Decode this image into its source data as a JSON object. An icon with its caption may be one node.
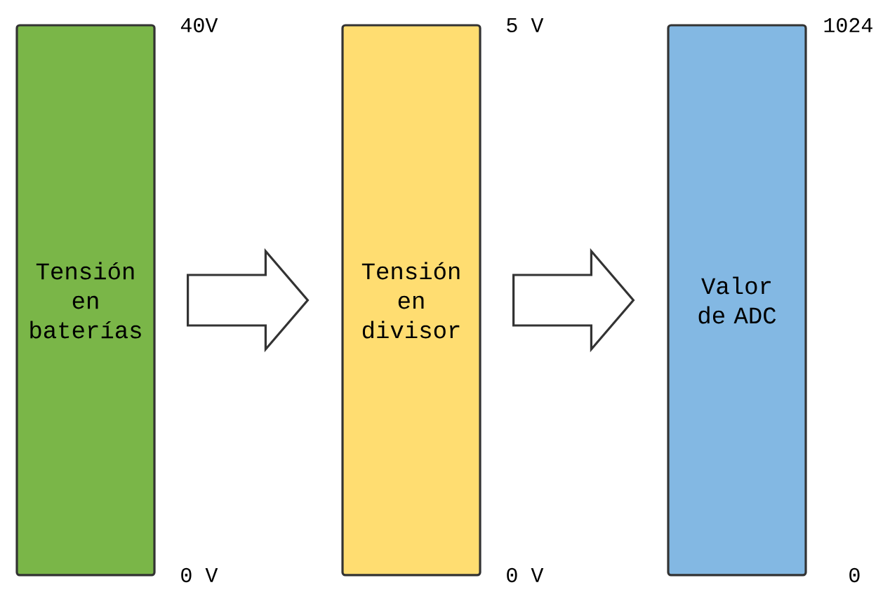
{
  "diagram": {
    "nodes": [
      {
        "text": [
          "Tensión en baterías"
        ]
      },
      {
        "text": [
          "Tensión en divisor"
        ]
      },
      {
        "text": [
          "Valor de ADC"
        ]
      }
    ],
    "edges": [
      {
        "from": 0,
        "to": 1,
        "arrow": "to"
      },
      {
        "from": 1,
        "to": 2,
        "arrow": "to"
      }
    ],
    "labels": [
      "40V",
      "5 V",
      "1024",
      "0 V",
      "0 V",
      "0"
    ]
  }
}
